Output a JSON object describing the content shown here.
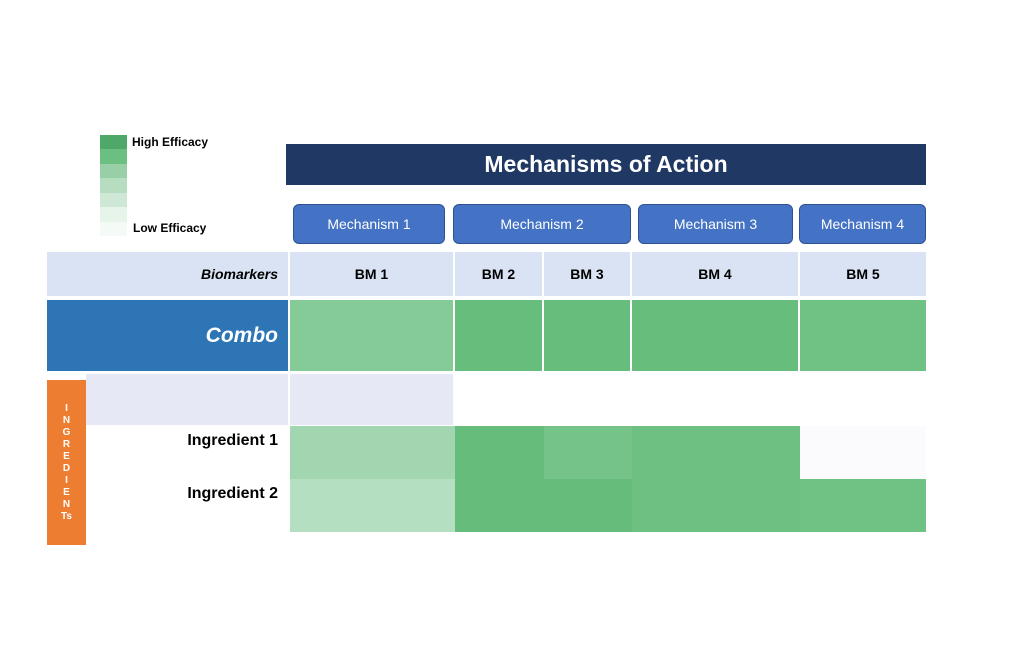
{
  "legend": {
    "high_label": "High Efficacy",
    "low_label": "Low Efficacy",
    "swatches": [
      "#4ea869",
      "#6bbf80",
      "#98cfa6",
      "#b6ddc0",
      "#cfe8d6",
      "#e6f4ea",
      "#f4fbf6"
    ]
  },
  "header": {
    "title": "Mechanisms of Action"
  },
  "mechanisms": [
    "Mechanism 1",
    "Mechanism 2",
    "Mechanism 3",
    "Mechanism 4"
  ],
  "biomarkers": {
    "row_label": "Biomarkers",
    "columns": [
      "BM 1",
      "BM 2",
      "BM 3",
      "BM 4",
      "BM 5"
    ]
  },
  "combo": {
    "label": "Combo",
    "colors": [
      "#85cb97",
      "#66bd7c",
      "#66bd7c",
      "#66bd7c",
      "#6fc283"
    ]
  },
  "ingredients": {
    "side_label_letters": [
      "I",
      "N",
      "G",
      "R",
      "E",
      "D",
      "I",
      "E",
      "N",
      "Ts"
    ],
    "rows": [
      {
        "label": "Ingredient 1",
        "colors": [
          "#a2d6b0",
          "#65bc7b",
          "#76c389",
          "#6ebf82",
          "#fbfbfd"
        ]
      },
      {
        "label": "Ingredient 2",
        "colors": [
          "#b4dfc0",
          "#65bc7b",
          "#65bc7b",
          "#6ebf82",
          "#6fc283"
        ]
      }
    ]
  },
  "colors": {
    "header_bg": "#1f3864",
    "mechanism_bg": "#4472c4",
    "biomarker_bg": "#dae3f3",
    "combo_label_bg": "#2e75b6",
    "side_bar_bg": "#ed7d31",
    "separator_band_bg": "#e6e9f5"
  }
}
